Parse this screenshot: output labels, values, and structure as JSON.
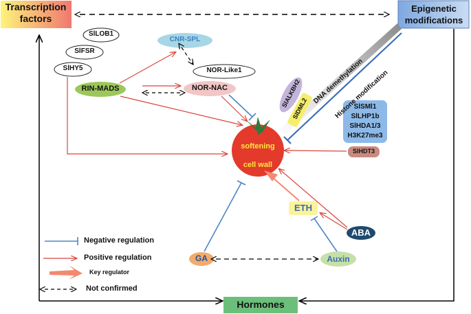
{
  "corners": {
    "transcription_factors": [
      "Transcription",
      "factors"
    ],
    "epigenetic_modifications": [
      "Epigenetic",
      "modifications"
    ],
    "hormones": "Hormones"
  },
  "transcription_factors": {
    "slob1": "SlLOB1",
    "slfsr": "SlFSR",
    "slhy5": "SlHY5",
    "rin_mads": "RIN-MADS",
    "cnr_spl": "CNR-SPL",
    "nor_like1": "NOR-Like1",
    "nor_nac": "NOR-NAC"
  },
  "center": {
    "line1": "softening",
    "line2": "cell wall"
  },
  "epigenetic": {
    "slalkbh2": "SlALKBH2",
    "sldml2": "SlDML2",
    "dna_demethylation": "DNA demethylation",
    "histone_modification": "Histone modification",
    "histone_box": [
      "SlSMl1",
      "SlLHP1b",
      "SlHDA1/3",
      "H3K27me3"
    ],
    "slhdt3": "SlHDT3"
  },
  "hormones": {
    "eth": "ETH",
    "aba": "ABA",
    "ga": "GA",
    "auxin": "Auxin"
  },
  "legend": {
    "negative": "Negative regulation",
    "positive": "Positive regulation",
    "key": "Key regulator",
    "not_confirmed": "Not confirmed"
  },
  "colors": {
    "negative": "#4a86c8",
    "positive": "#d9453c",
    "fruit": "#e33a2c",
    "eth_fill": "#fbf39a",
    "hormones_fill": "#6cbf7b",
    "epigenetic_fill": "#7ea8e0",
    "histone_fill": "#8db9e8"
  }
}
